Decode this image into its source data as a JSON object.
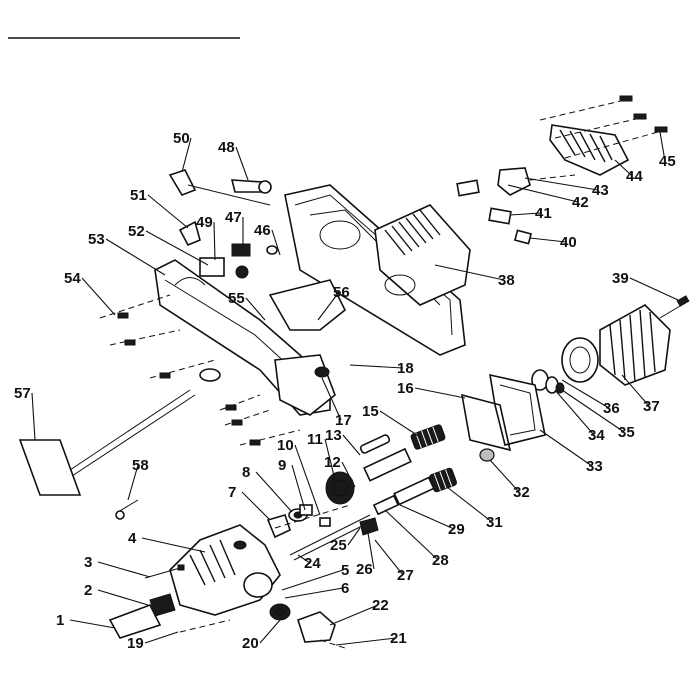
{
  "diagram": {
    "header_rule": true,
    "callouts": [
      "1",
      "2",
      "3",
      "4",
      "5",
      "6",
      "7",
      "8",
      "9",
      "10",
      "11",
      "12",
      "13",
      "15",
      "16",
      "17",
      "18",
      "19",
      "20",
      "21",
      "22",
      "24",
      "25",
      "26",
      "27",
      "28",
      "29",
      "31",
      "32",
      "33",
      "34",
      "35",
      "36",
      "37",
      "38",
      "39",
      "40",
      "41",
      "42",
      "43",
      "44",
      "45",
      "46",
      "47",
      "48",
      "49",
      "50",
      "51",
      "52",
      "53",
      "54",
      "55",
      "56",
      "57",
      "58"
    ],
    "colors": {
      "ink": "#111111",
      "paper": "#ffffff",
      "shade": "#bdbdbd"
    }
  }
}
